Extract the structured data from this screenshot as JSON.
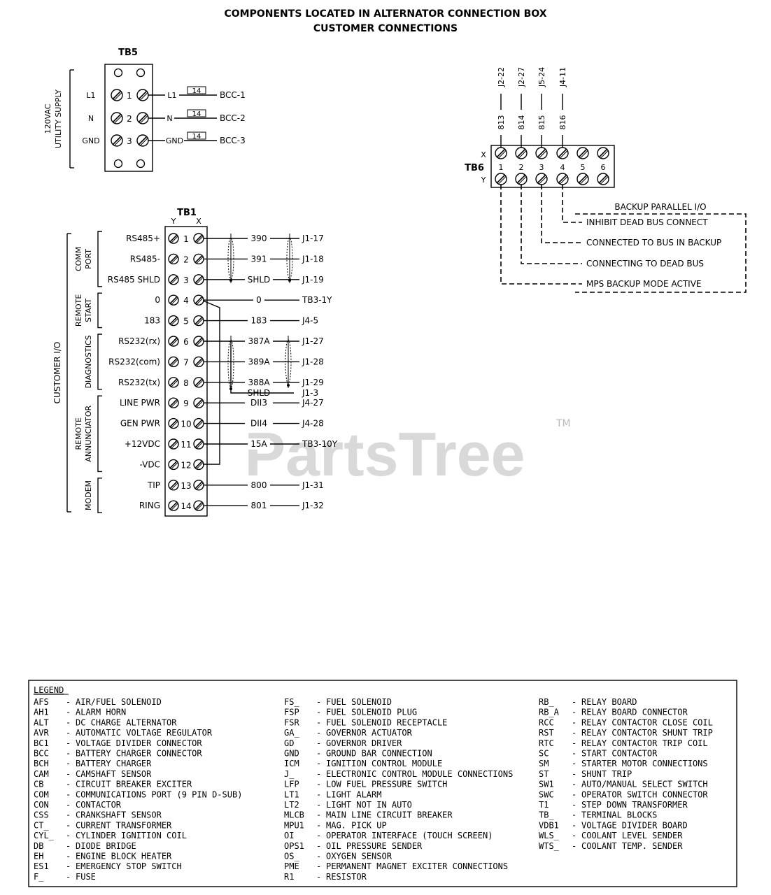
{
  "title": {
    "line1": "COMPONENTS LOCATED IN ALTERNATOR CONNECTION BOX",
    "line2": "CUSTOMER CONNECTIONS"
  },
  "watermark": {
    "text": "PartsTree",
    "tm": "TM"
  },
  "tb5": {
    "name": "TB5",
    "group_label_1": "120VAC",
    "group_label_2": "UTILITY SUPPLY",
    "rows": [
      {
        "left": "L1",
        "num": "1",
        "wire": "L1",
        "gauge": "14",
        "dest": "BCC-1"
      },
      {
        "left": "N",
        "num": "2",
        "wire": "N",
        "gauge": "14",
        "dest": "BCC-2"
      },
      {
        "left": "GND",
        "num": "3",
        "wire": "GND",
        "gauge": "14",
        "dest": "BCC-3"
      }
    ]
  },
  "tb6": {
    "name": "TB6",
    "row_x": "X",
    "row_y": "Y",
    "terminals": [
      "1",
      "2",
      "3",
      "4",
      "5",
      "6"
    ],
    "top_wires": [
      {
        "wire": "813",
        "dest": "J2-22"
      },
      {
        "wire": "814",
        "dest": "J2-27"
      },
      {
        "wire": "815",
        "dest": "J5-24"
      },
      {
        "wire": "816",
        "dest": "J4-11"
      }
    ],
    "box_title": "BACKUP PARALLEL I/O",
    "signals": [
      "INHIBIT DEAD BUS CONNECT",
      "CONNECTED TO BUS IN BACKUP",
      "CONNECTING TO DEAD BUS",
      "MPS BACKUP MODE ACTIVE"
    ]
  },
  "tb1": {
    "name": "TB1",
    "col_y": "Y",
    "col_x": "X",
    "outer_label": "CUSTOMER I/O",
    "groups": [
      {
        "label_1": "COMM",
        "label_2": "PORT"
      },
      {
        "label_1": "REMOTE",
        "label_2": "START"
      },
      {
        "label_1": "DIAGNOSTICS",
        "label_2": ""
      },
      {
        "label_1": "REMOTE",
        "label_2": "ANNUNCIATOR"
      },
      {
        "label_1": "MODEM",
        "label_2": ""
      }
    ],
    "rows": [
      {
        "label": "RS485+",
        "num": "1",
        "wire": "390",
        "dest": "J1-17"
      },
      {
        "label": "RS485-",
        "num": "2",
        "wire": "391",
        "dest": "J1-18"
      },
      {
        "label": "RS485 SHLD",
        "num": "3",
        "wire": "SHLD",
        "dest": "J1-19"
      },
      {
        "label": "0",
        "num": "4",
        "wire": "0",
        "dest": "TB3-1Y"
      },
      {
        "label": "183",
        "num": "5",
        "wire": "183",
        "dest": "J4-5"
      },
      {
        "label": "RS232(rx)",
        "num": "6",
        "wire": "387A",
        "dest": "J1-27"
      },
      {
        "label": "RS232(com)",
        "num": "7",
        "wire": "389A",
        "dest": "J1-28"
      },
      {
        "label": "RS232(tx)",
        "num": "8",
        "wire": "388A",
        "dest": "J1-29"
      },
      {
        "label": "LINE PWR",
        "num": "9",
        "wire": "DII3",
        "dest": "J4-27"
      },
      {
        "label": "GEN PWR",
        "num": "10",
        "wire": "DII4",
        "dest": "J4-28"
      },
      {
        "label": "+12VDC",
        "num": "11",
        "wire": "15A",
        "dest": "TB3-10Y"
      },
      {
        "label": "-VDC",
        "num": "12",
        "wire": "",
        "dest": ""
      },
      {
        "label": "TIP",
        "num": "13",
        "wire": "800",
        "dest": "J1-31"
      },
      {
        "label": "RING",
        "num": "14",
        "wire": "801",
        "dest": "J1-32"
      }
    ],
    "extra_shld": {
      "wire": "SHLD",
      "dest": "J1-3"
    }
  },
  "legend": {
    "title": "LEGEND",
    "col1": [
      {
        "abbr": "AFS",
        "desc": "AIR/FUEL SOLENOID"
      },
      {
        "abbr": "AH1",
        "desc": "ALARM HORN"
      },
      {
        "abbr": "ALT",
        "desc": "DC CHARGE ALTERNATOR"
      },
      {
        "abbr": "AVR",
        "desc": "AUTOMATIC VOLTAGE REGULATOR"
      },
      {
        "abbr": "BC1",
        "desc": "VOLTAGE DIVIDER CONNECTOR"
      },
      {
        "abbr": "BCC",
        "desc": "BATTERY CHARGER CONNECTOR"
      },
      {
        "abbr": "BCH",
        "desc": "BATTERY CHARGER"
      },
      {
        "abbr": "CAM",
        "desc": "CAMSHAFT SENSOR"
      },
      {
        "abbr": "CB",
        "desc": "CIRCUIT BREAKER EXCITER"
      },
      {
        "abbr": "COM",
        "desc": "COMMUNICATIONS PORT (9 PIN D-SUB)"
      },
      {
        "abbr": "CON",
        "desc": "CONTACTOR"
      },
      {
        "abbr": "CSS",
        "desc": "CRANKSHAFT SENSOR"
      },
      {
        "abbr": "CT_",
        "desc": "CURRENT TRANSFORMER"
      },
      {
        "abbr": "CYL_",
        "desc": "CYLINDER IGNITION COIL"
      },
      {
        "abbr": "DB",
        "desc": "DIODE BRIDGE"
      },
      {
        "abbr": "EH",
        "desc": "ENGINE BLOCK HEATER"
      },
      {
        "abbr": "ES1",
        "desc": "EMERGENCY STOP SWITCH"
      },
      {
        "abbr": "F_",
        "desc": "FUSE"
      }
    ],
    "col2": [
      {
        "abbr": "FS_",
        "desc": "FUEL SOLENOID"
      },
      {
        "abbr": "FSP",
        "desc": "FUEL SOLENOID PLUG"
      },
      {
        "abbr": "FSR",
        "desc": "FUEL SOLENOID RECEPTACLE"
      },
      {
        "abbr": "GA_",
        "desc": "GOVERNOR ACTUATOR"
      },
      {
        "abbr": "GD",
        "desc": "GOVERNOR DRIVER"
      },
      {
        "abbr": "GND",
        "desc": "GROUND BAR CONNECTION"
      },
      {
        "abbr": "ICM",
        "desc": "IGNITION CONTROL MODULE"
      },
      {
        "abbr": "J_",
        "desc": "ELECTRONIC CONTROL MODULE CONNECTIONS"
      },
      {
        "abbr": "LFP",
        "desc": "LOW FUEL PRESSURE SWITCH"
      },
      {
        "abbr": "LT1",
        "desc": "LIGHT ALARM"
      },
      {
        "abbr": "LT2",
        "desc": "LIGHT NOT IN AUTO"
      },
      {
        "abbr": "MLCB",
        "desc": "MAIN LINE CIRCUIT BREAKER"
      },
      {
        "abbr": "MPU1",
        "desc": "MAG. PICK UP"
      },
      {
        "abbr": "OI",
        "desc": "OPERATOR INTERFACE (TOUCH SCREEN)"
      },
      {
        "abbr": "OPS1",
        "desc": "OIL PRESSURE SENDER"
      },
      {
        "abbr": "OS_",
        "desc": "OXYGEN SENSOR"
      },
      {
        "abbr": "PME",
        "desc": "PERMANENT MAGNET EXCITER CONNECTIONS"
      },
      {
        "abbr": "R1",
        "desc": "RESISTOR"
      }
    ],
    "col3": [
      {
        "abbr": "RB_",
        "desc": "RELAY BOARD"
      },
      {
        "abbr": "RB_A",
        "desc": "RELAY BOARD CONNECTOR"
      },
      {
        "abbr": "RCC",
        "desc": "RELAY CONTACTOR CLOSE COIL"
      },
      {
        "abbr": "RST",
        "desc": "RELAY CONTACTOR SHUNT TRIP"
      },
      {
        "abbr": "RTC",
        "desc": "RELAY CONTACTOR TRIP COIL"
      },
      {
        "abbr": "SC",
        "desc": "START CONTACTOR"
      },
      {
        "abbr": "SM",
        "desc": "STARTER MOTOR CONNECTIONS"
      },
      {
        "abbr": "ST",
        "desc": "SHUNT TRIP"
      },
      {
        "abbr": "SW1",
        "desc": "AUTO/MANUAL SELECT SWITCH"
      },
      {
        "abbr": "SWC",
        "desc": "OPERATOR SWITCH CONNECTOR"
      },
      {
        "abbr": "T1",
        "desc": "STEP DOWN TRANSFORMER"
      },
      {
        "abbr": "TB_",
        "desc": "TERMINAL BLOCKS"
      },
      {
        "abbr": "VDB1",
        "desc": "VOLTAGE DIVIDER BOARD"
      },
      {
        "abbr": "WLS_",
        "desc": "COOLANT LEVEL SENDER"
      },
      {
        "abbr": "WTS_",
        "desc": "COOLANT TEMP. SENDER"
      }
    ],
    "dash": "-"
  }
}
